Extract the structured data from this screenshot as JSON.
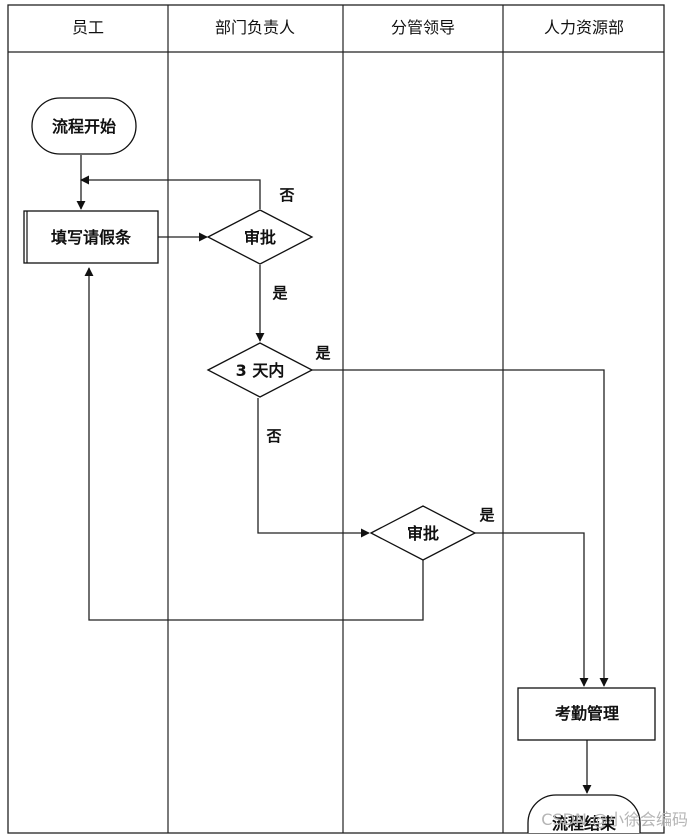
{
  "lanes": [
    "员工",
    "部门负责人",
    "分管领导",
    "人力资源部"
  ],
  "nodes": {
    "start": "流程开始",
    "fill_form": "填写请假条",
    "approve_dept": "审批",
    "within_3_days": "3 天内",
    "approve_leader": "审批",
    "attendance": "考勤管理",
    "end": "流程结束"
  },
  "edge_labels": {
    "dept_no": "否",
    "dept_yes": "是",
    "days_yes": "是",
    "days_no": "否",
    "leader_yes": "是"
  },
  "watermark": "CSDN @小徐会编码"
}
